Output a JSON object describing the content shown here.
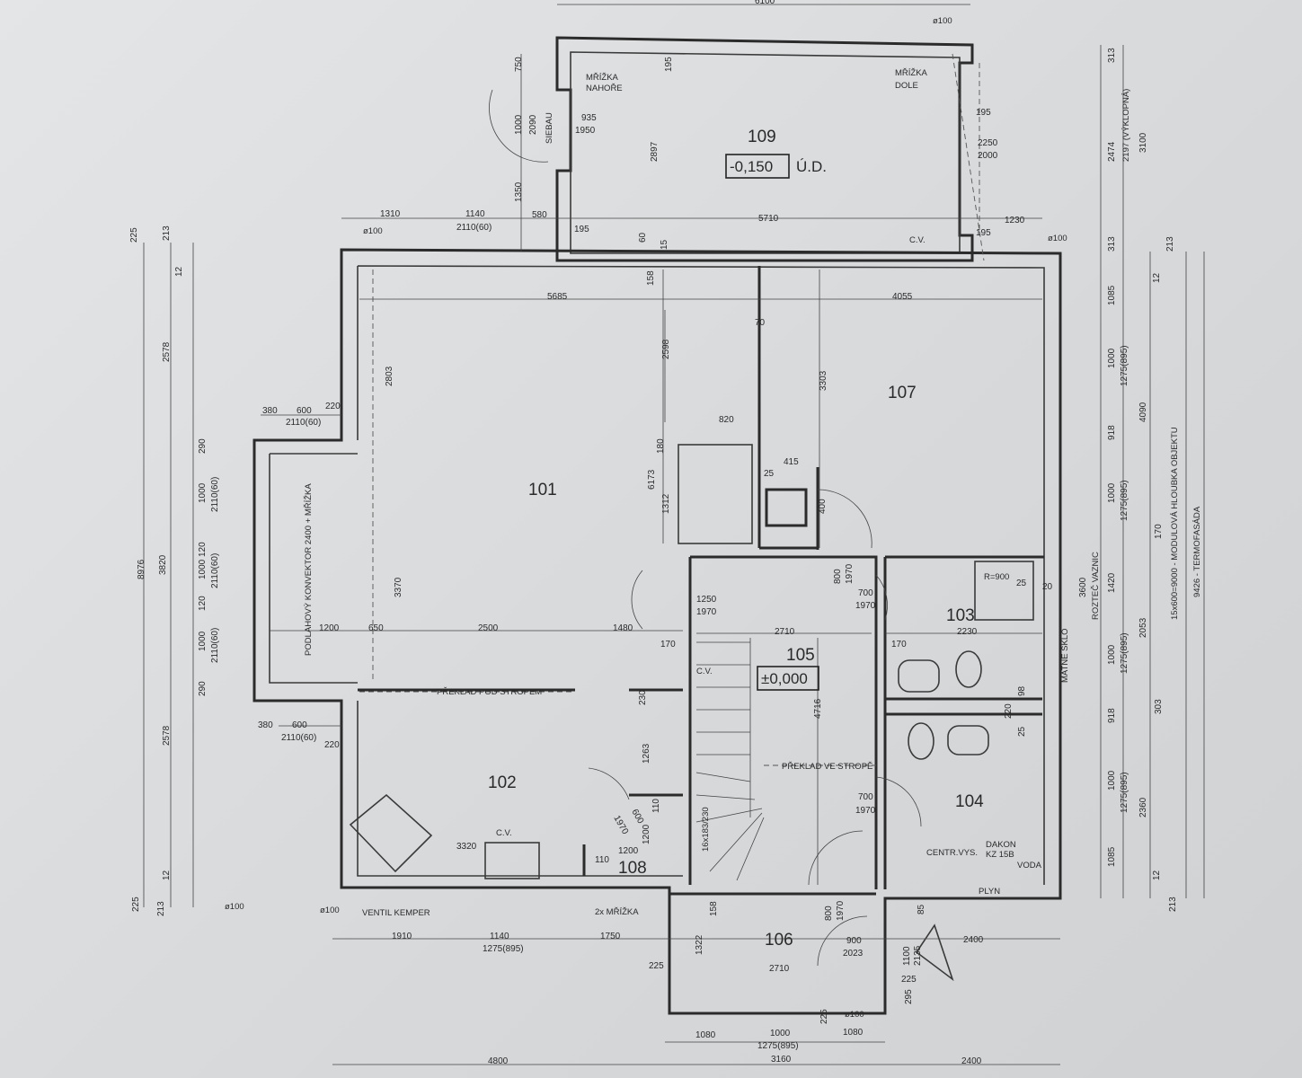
{
  "rooms": [
    "109",
    "107",
    "101",
    "102",
    "103",
    "105",
    "104",
    "106",
    "108"
  ],
  "levels": {
    "basement": "-0,150",
    "basement_suffix": "Ú.D.",
    "ground": "±0,000"
  },
  "labels": [
    "MŘÍŽKA",
    "NAHOŘE",
    "MŘÍŽKA",
    "DOLE",
    "SIEBAU",
    "C.V.",
    "C.V.",
    "C.V.",
    "PŘEKLAD POD STROPEM",
    "PŘEKLAD VE STROPĚ",
    "PODLAHOVÝ KONVEKTOR 2400 + MŘÍŽKA",
    "R=900",
    "MATNÉ SKLO",
    "CENTR.VYS.",
    "DAKON",
    "KZ 15B",
    "VODA",
    "PLYN",
    "VENTIL KEMPER",
    "2x MŘÍŽKA",
    "16x183/230",
    "ø100",
    "ø100",
    "ø100",
    "ø100",
    "ø100",
    "ø100",
    "ROZTEČ VAZNIC",
    "15x600=9000 - MODULOVÁ HLOUBKA OBJEKTU",
    "9426 - TERMOFASÁDA",
    "2197 (VÝKLOPNÁ)"
  ],
  "dimensions": [
    "6100",
    "750",
    "1000",
    "2090",
    "1350",
    "580",
    "935",
    "1950",
    "195",
    "2897",
    "195",
    "2250",
    "2000",
    "5710",
    "195",
    "1230",
    "195",
    "1310",
    "1140",
    "2110(60)",
    "60",
    "15",
    "158",
    "5685",
    "4055",
    "70",
    "2803",
    "2598",
    "3303",
    "820",
    "180",
    "415",
    "25",
    "6173",
    "1312",
    "400",
    "380",
    "600",
    "2110(60)",
    "220",
    "3370",
    "1200",
    "650",
    "2500",
    "1480",
    "1250",
    "1970",
    "800",
    "1970",
    "700",
    "1970",
    "2710",
    "170",
    "2230",
    "170",
    "25",
    "20",
    "230",
    "1263",
    "110",
    "1200",
    "600",
    "1970",
    "1200",
    "3320",
    "110",
    "700",
    "1970",
    "4716",
    "220",
    "98",
    "25",
    "380",
    "600",
    "2110(60)",
    "220",
    "1910",
    "1140",
    "1275(895)",
    "1750",
    "225",
    "1322",
    "158",
    "2710",
    "900",
    "2023",
    "800",
    "1970",
    "1100",
    "2135",
    "85",
    "2400",
    "1080",
    "1000",
    "1275(895)",
    "3160",
    "1080",
    "225",
    "225",
    "295",
    "4800",
    "2400",
    "225",
    "213",
    "12",
    "2578",
    "8976",
    "3820",
    "290",
    "1000",
    "2110(60)",
    "120",
    "1000",
    "2110(60)",
    "120",
    "1000",
    "2110(60)",
    "290",
    "2578",
    "12",
    "213",
    "225",
    "313",
    "2474",
    "3100",
    "313",
    "1085",
    "1000",
    "1275(895)",
    "918",
    "1000",
    "1275(895)",
    "1420",
    "1000",
    "1275(895)",
    "918",
    "1000",
    "1275(895)",
    "1085",
    "3600",
    "4090",
    "2053",
    "2360",
    "303",
    "170",
    "12",
    "213",
    "12",
    "213"
  ]
}
